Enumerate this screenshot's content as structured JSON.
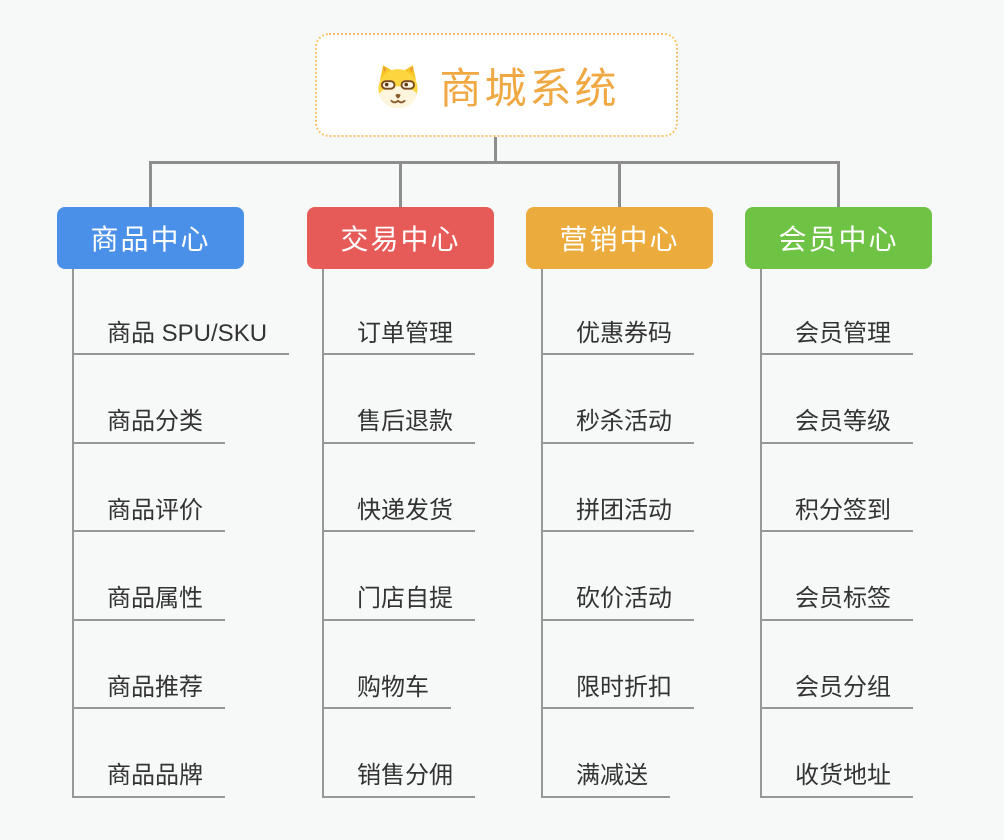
{
  "background_color": "#f7f8f8",
  "connector_color": "#8e8e8e",
  "subline_color": "#979797",
  "root": {
    "label": "商城系统",
    "icon": "doge-dog-icon",
    "text_color": "#f0a843",
    "border_color": "#f6c36a"
  },
  "branches": [
    {
      "id": "product-center",
      "title": "商品中心",
      "color": "#4a90e8",
      "children": [
        "商品 SPU/SKU",
        "商品分类",
        "商品评价",
        "商品属性",
        "商品推荐",
        "商品品牌"
      ]
    },
    {
      "id": "trade-center",
      "title": "交易中心",
      "color": "#e65b58",
      "children": [
        "订单管理",
        "售后退款",
        "快递发货",
        "门店自提",
        "购物车",
        "销售分佣"
      ]
    },
    {
      "id": "marketing-center",
      "title": "营销中心",
      "color": "#ecab3d",
      "children": [
        "优惠券码",
        "秒杀活动",
        "拼团活动",
        "砍价活动",
        "限时折扣",
        "满减送"
      ]
    },
    {
      "id": "member-center",
      "title": "会员中心",
      "color": "#6ec344",
      "children": [
        "会员管理",
        "会员等级",
        "积分签到",
        "会员标签",
        "会员分组",
        "收货地址"
      ]
    }
  ]
}
